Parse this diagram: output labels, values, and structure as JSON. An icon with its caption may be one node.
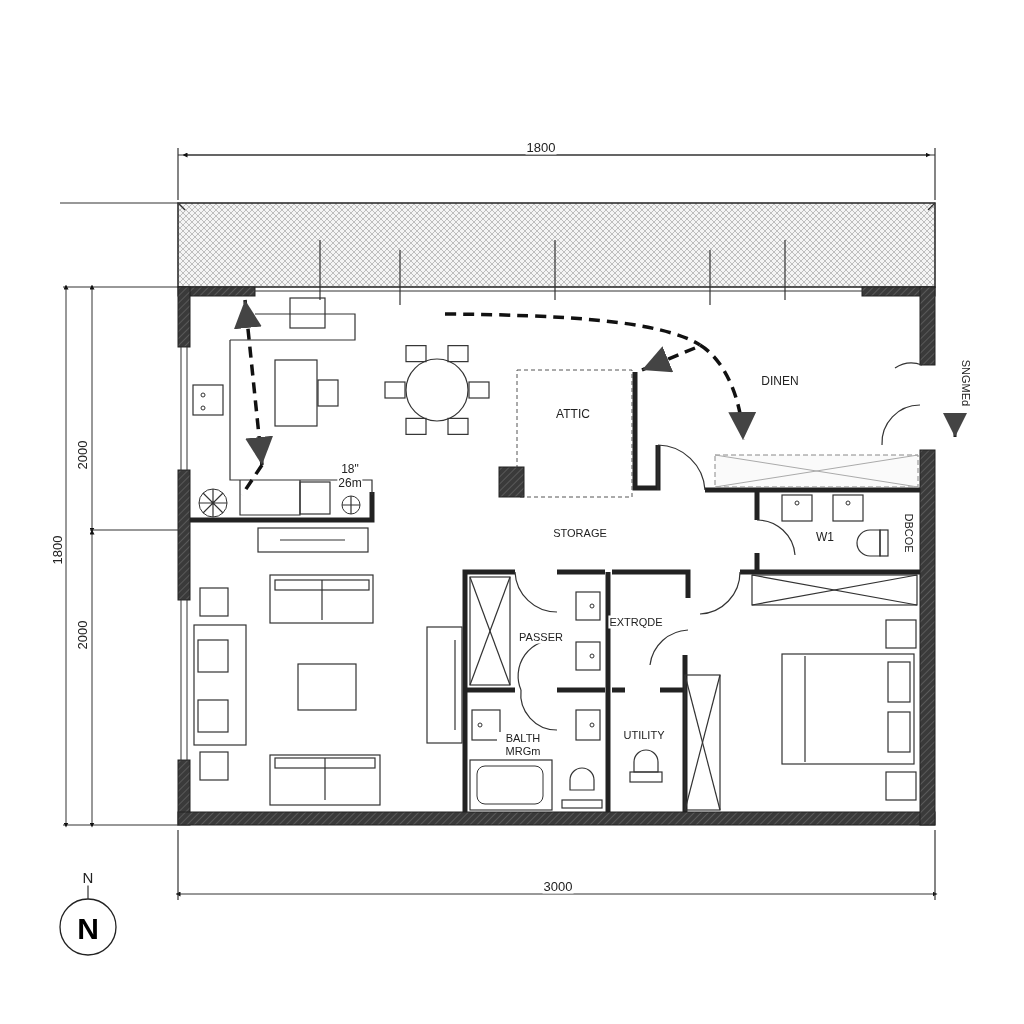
{
  "diagram": {
    "labels": [
      "1800",
      "SNGMEd",
      "DINEN",
      "ATTIC",
      "2000",
      "18\"",
      "26m",
      "1800",
      "STORAGE",
      "W1",
      "DBCOE",
      "2000",
      "PASSER",
      "EXTRQDE",
      "UTILITY",
      "BALTH MRGm",
      "N",
      "3000",
      "N"
    ]
  }
}
